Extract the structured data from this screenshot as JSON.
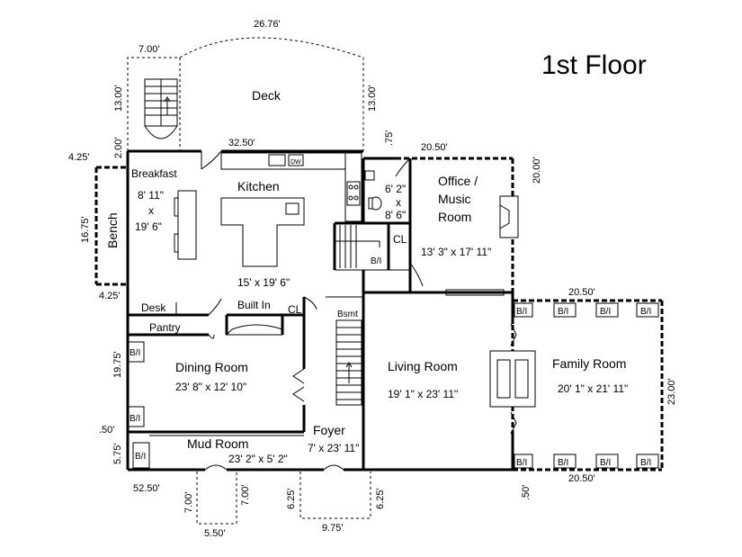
{
  "title": "1st Floor",
  "rooms": {
    "deck": "Deck",
    "breakfast": "Breakfast",
    "breakfast_size": [
      "8' 11\"",
      "x",
      "19' 6\""
    ],
    "kitchen": "Kitchen",
    "kitchen_size": "15' x 19' 6\"",
    "bench": "Bench",
    "office": [
      "Office /",
      "Music",
      "Room"
    ],
    "office_size": "13' 3\" x 17' 11\"",
    "bath_size": [
      "6' 2\"",
      "x",
      "8' 6\""
    ],
    "cl_upper": "CL",
    "bi_upper": "B/I",
    "desk": "Desk",
    "pantry": "Pantry",
    "built_in": "Built In",
    "cl_lower": "CL",
    "bsmt": "Bsmt",
    "dining": "Dining Room",
    "dining_size": "23' 8\" x 12' 10\"",
    "living": "Living Room",
    "living_size": "19' 1\" x 23' 11\"",
    "family": "Family Room",
    "family_size": "20' 1\" x 21' 11\"",
    "foyer": "Foyer",
    "foyer_size": "7' x 23' 11\"",
    "mud": "Mud Room",
    "mud_size": "23' 2\" x 5' 2\"",
    "bi": "B/I",
    "dw": "DW"
  },
  "dimensions": {
    "deck_arc": "26.76'",
    "deck_stair_w": "7.00'",
    "deck_left_h": "13.00'",
    "deck_right_h": "13.00'",
    "deck_step": "2.00'",
    "kitchen_top": "32.50'",
    "office_step": ".75'",
    "office_top": "20.50'",
    "office_right": "20.00'",
    "bench_top": "4.25'",
    "bench_left": "16.75'",
    "bench_bottom": "4.25'",
    "family_top": "20.50'",
    "family_right": "23.00'",
    "family_bottom": "20.50'",
    "family_step": ".50'",
    "dining_left": "19.75'",
    "mud_step": ".50'",
    "mud_left": "5.75'",
    "bottom_left": "52.50'",
    "porch_left_a": "7.00'",
    "porch_left_b": "7.00'",
    "porch_left_w": "5.50'",
    "porch_right_a": "6.25'",
    "porch_right_b": "6.25'",
    "porch_right_w": "9.75'"
  }
}
